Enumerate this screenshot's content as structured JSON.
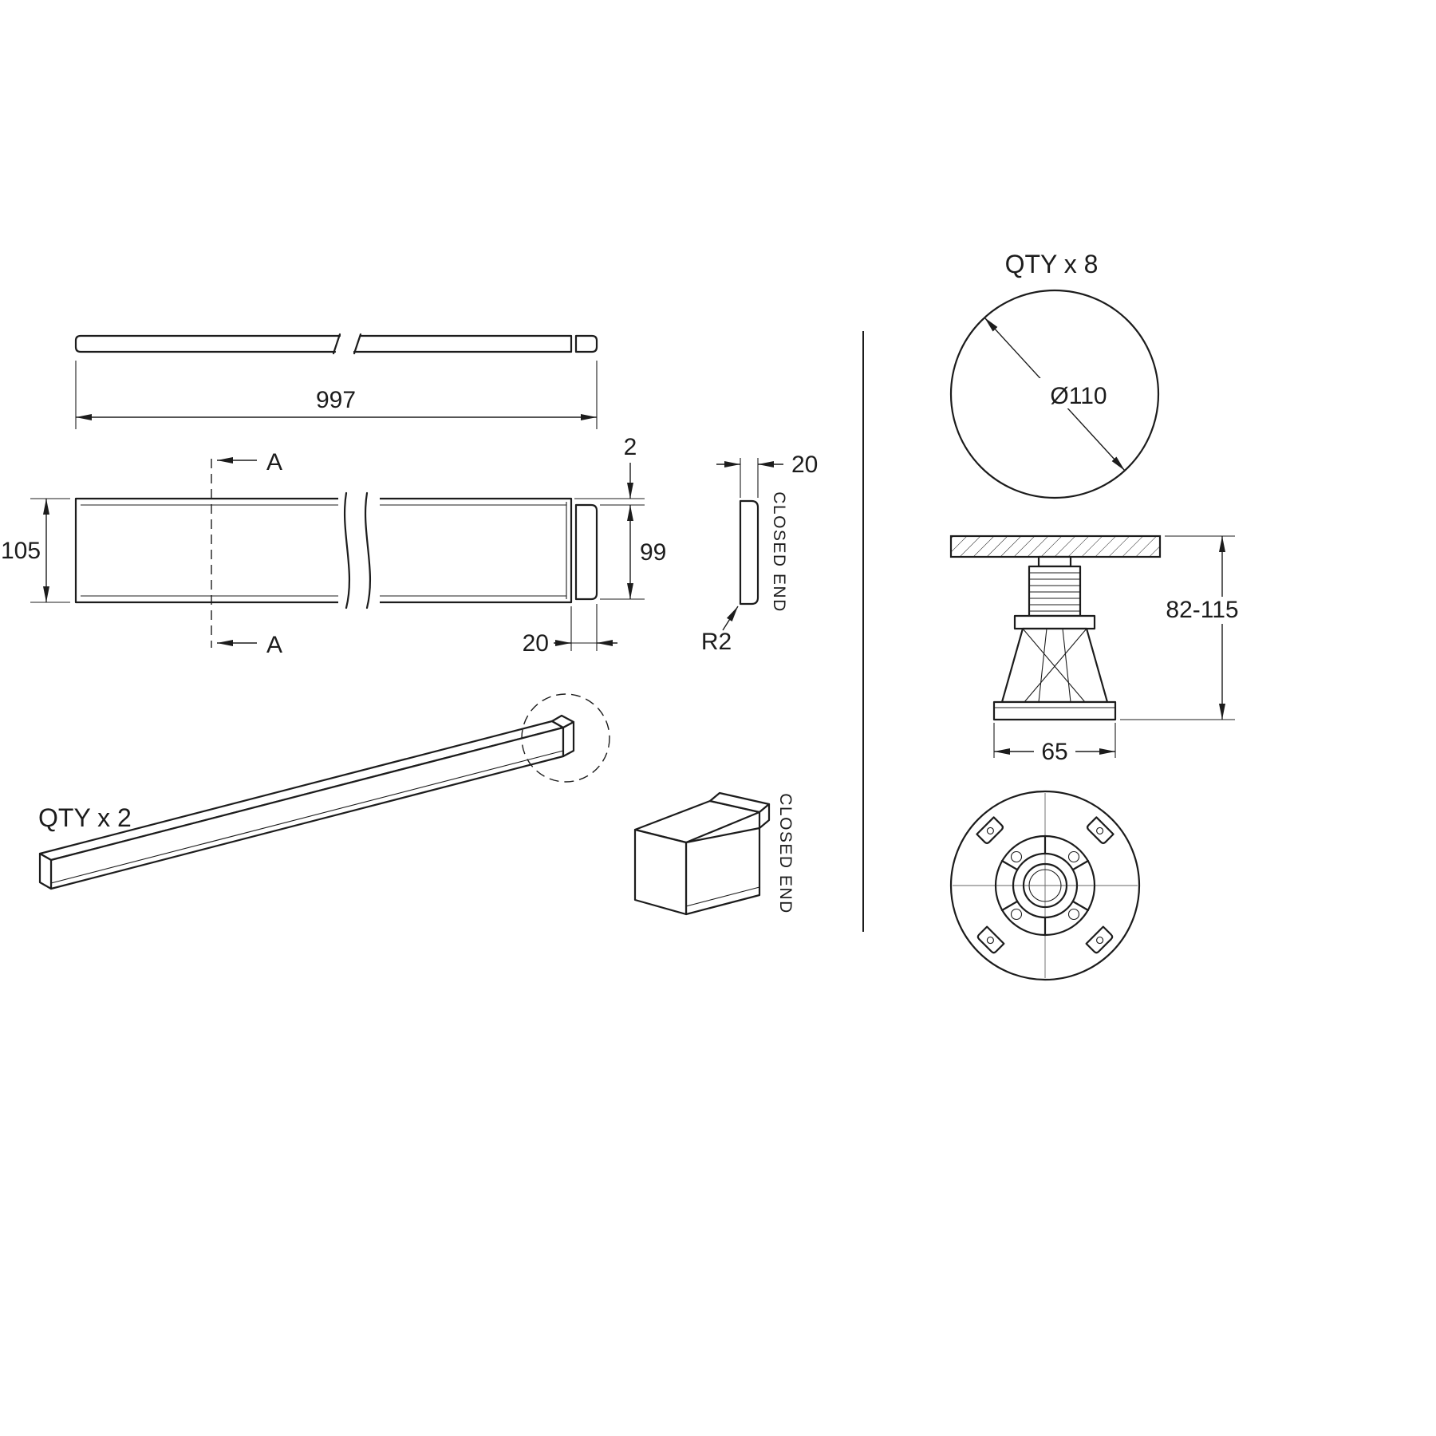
{
  "panel_views": {
    "qty_label": "QTY x 2",
    "section_marker": "A",
    "closed_end_label": "CLOSED END",
    "dims": {
      "length": "997",
      "height": "105",
      "cap_height": "99",
      "lip": "2",
      "cap_depth_front": "20",
      "cap_depth_side": "20",
      "corner_radius": "R2"
    }
  },
  "foot_views": {
    "qty_label": "QTY x 8",
    "dims": {
      "diameter": "Ø110",
      "height_range": "82-115",
      "base_width": "65"
    }
  },
  "colors": {
    "line": "#1c1c1c",
    "background": "#ffffff"
  }
}
